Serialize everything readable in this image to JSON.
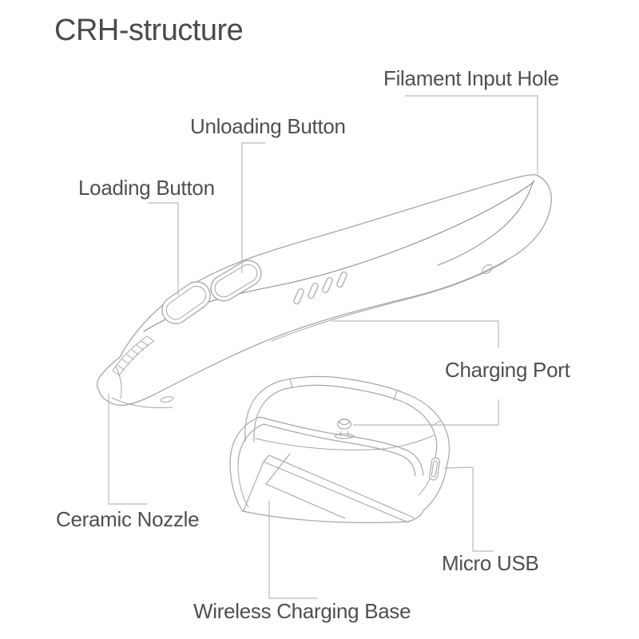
{
  "title": "CRH-structure",
  "labels": {
    "filament_input_hole": "Filament Input Hole",
    "unloading_button": "Unloading Button",
    "loading_button": "Loading Button",
    "charging_port": "Charging Port",
    "ceramic_nozzle": "Ceramic Nozzle",
    "micro_usb": "Micro USB",
    "wireless_charging_base": "Wireless Charging Base"
  },
  "diagram": {
    "subject": "3D printing pen and wireless charging base line drawing",
    "parts": [
      "Filament Input Hole",
      "Unloading Button",
      "Loading Button",
      "Charging Port",
      "Ceramic Nozzle",
      "Micro USB",
      "Wireless Charging Base"
    ]
  },
  "colors": {
    "background": "#ffffff",
    "text": "#4f4f4f",
    "outline": "#a6a6a6",
    "outline_dark": "#8c8c8c",
    "leader": "#b9b9b9"
  }
}
